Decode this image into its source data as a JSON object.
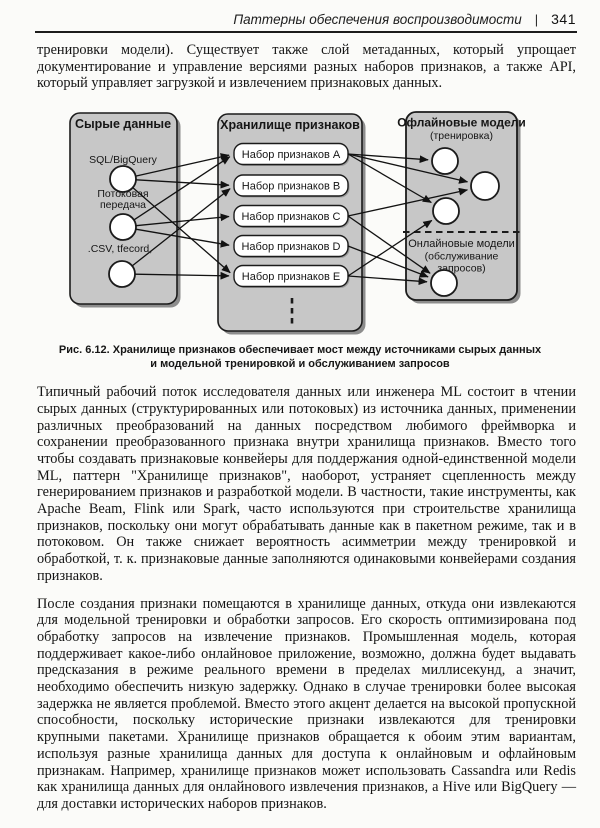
{
  "header": {
    "running_title": "Паттерны обеспечения воспроизводимости",
    "separator": "|",
    "page_number": "341"
  },
  "paragraphs": {
    "p1": "тренировки модели). Существует также слой метаданных, который упрощает документирование и управление версиями разных наборов признаков, а также API, который управляет загрузкой и извлечением признаковых данных.",
    "p2": "Типичный рабочий поток исследователя данных или инженера ML состоит в чтении сырых данных (структурированных или потоковых) из источника данных, применении различных преобразований на данных посредством любимого фреймворка и сохранении преобразованного признака внутри хранилища признаков. Вместо того чтобы создавать признаковые конвейеры для поддержания одной-единственной модели ML, паттерн \"Хранилище признаков\", наоборот, устраняет сцепленность между генерированием признаков и разработкой модели. В частности, такие инструменты, как Apache Beam, Flink или Spark, часто используются при строительстве хранилища признаков, поскольку они могут обрабатывать данные как в пакетном режиме, так и в потоковом. Он также снижает вероятность асимметрии между тренировкой и обработкой, т. к. признаковые данные заполняются одинаковыми конвейерами создания признаков.",
    "p3": "После создания признаки помещаются в хранилище данных, откуда они извлекаются для модельной тренировки и обработки запросов. Его скорость оптимизирована под обработку запросов на извлечение признаков. Промышленная модель, которая поддерживает какое-либо онлайновое приложение, возможно, должна будет выдавать предсказания в режиме реального времени в пределах миллисекунд, а значит, необходимо обеспечить низкую задержку. Однако в случае тренировки более высокая задержка не является проблемой. Вместо этого акцент делается на высокой пропускной способности, поскольку исторические признаки извлекаются для тренировки крупными пакетами. Хранилище признаков обращается к обоим этим вариантам, используя разные хранилища данных для доступа к онлайновым и офлайновым признакам. Например, хранилище признаков может использовать Cassandra или Redis как хранилища данных для онлайнового извлечения признаков, а Hive или BigQuery — для доставки исторических наборов признаков."
  },
  "figure": {
    "caption": {
      "line1": "Рис. 6.12. Хранилище признаков обеспечивает мост между источниками сырых данных",
      "line2": "и модельной тренировкой и обслуживанием запросов"
    },
    "diagram": {
      "raw_data": {
        "title": "Сырые данные",
        "sources": [
          {
            "lines": [
              "SQL/BigQuery"
            ]
          },
          {
            "lines": [
              "Потоковая",
              "передача"
            ]
          },
          {
            "lines": [
              ".CSV, tfecord,"
            ]
          }
        ]
      },
      "feature_store": {
        "title": "Хранилище признаков",
        "feature_sets": [
          "Набор признаков A",
          "Набор признаков B",
          "Набор признаков C",
          "Набор признаков D",
          "Набор признаков E"
        ]
      },
      "models": {
        "offline_title": "Офлайновые модели",
        "offline_subtitle": "(тренировка)",
        "online_title": "Онлайновые модели",
        "online_subtitle_lines": [
          "(обслуживание",
          "запросов)"
        ]
      }
    }
  },
  "colors": {
    "box_fill": "#c7c7c7",
    "box_border": "#1b1b1b",
    "box_shadow": "#8d8d8d",
    "node_fill": "#ffffff",
    "text": "#141414"
  }
}
